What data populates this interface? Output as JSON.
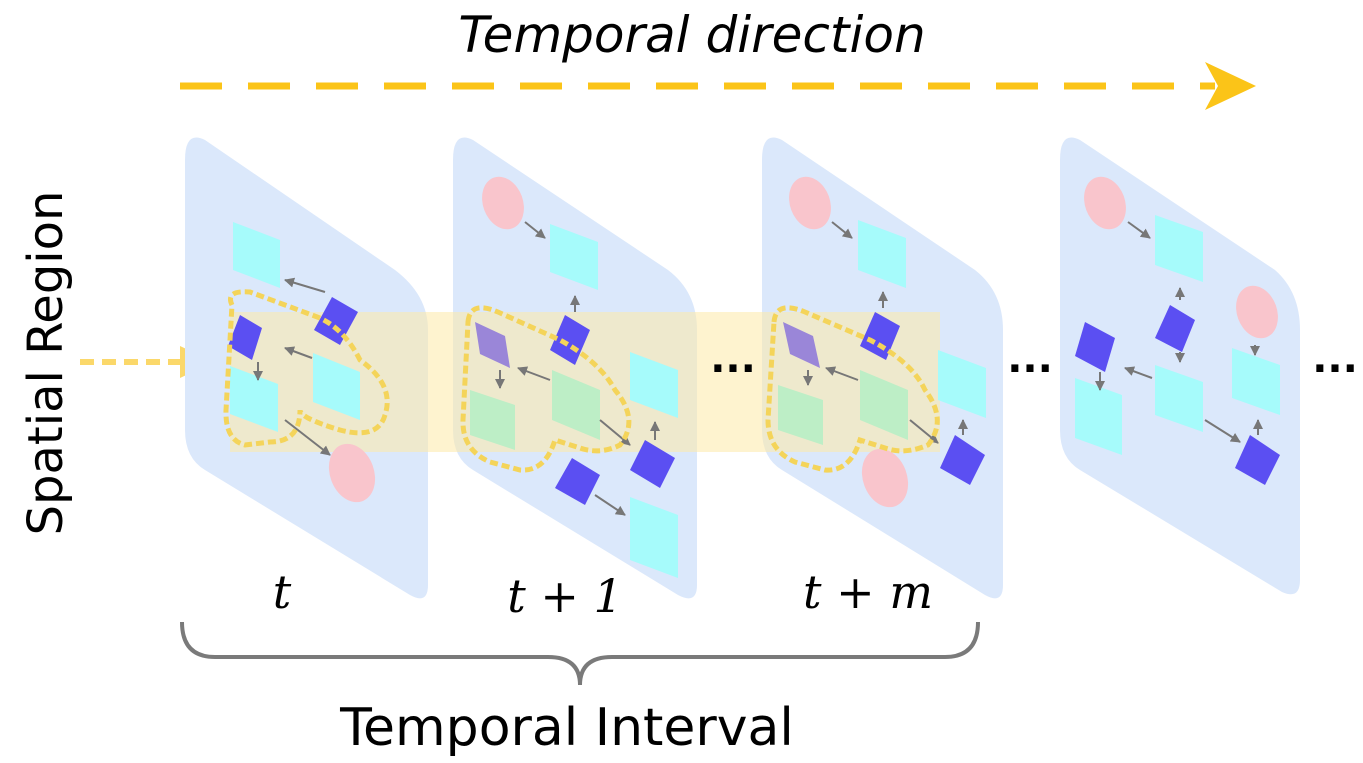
{
  "title": "Temporal direction",
  "y_axis_label": "Spatial Region",
  "interval_label": "Temporal Interval",
  "frames": [
    {
      "label": "t"
    },
    {
      "label": "t + 1"
    },
    {
      "label": "t + m"
    },
    {
      "label": ""
    }
  ],
  "ellipsis": [
    "···",
    "···",
    "···"
  ],
  "colors": {
    "temporal_arrow": "#fbc418",
    "frame_fill": "#dbe8fb",
    "highlight": "#fde9a8",
    "region_outline": "#f4d45a",
    "node_cyan": "#a6fbfb",
    "node_blue": "#5b4ff2",
    "node_pink": "#f9c5cc",
    "node_green": "#bdeec6",
    "node_purple": "#9a86d8",
    "brace": "#7a7a7a"
  }
}
